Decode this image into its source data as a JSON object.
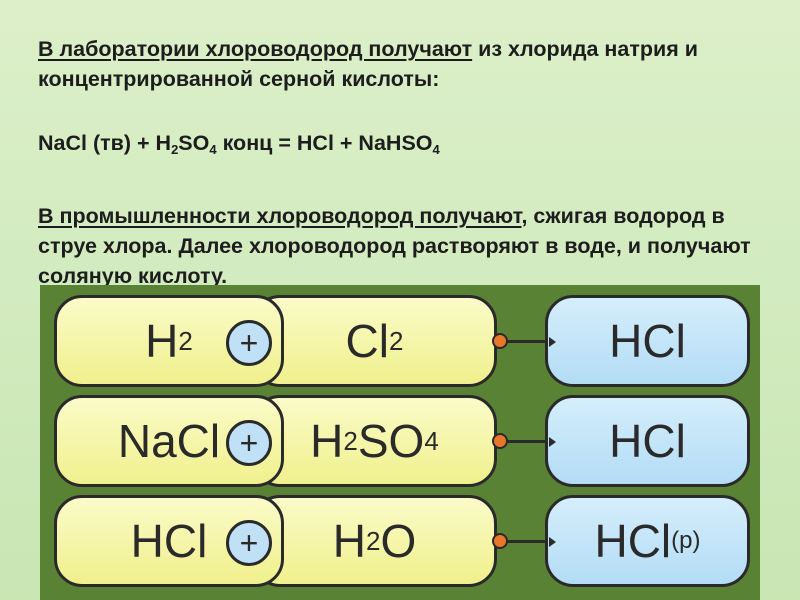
{
  "text": {
    "p1_underlined": "В лаборатории хлороводород получают",
    "p1_rest": " из хлорида натрия и концентрированной серной кислоты:",
    "eq_nacl": "NaCl (тв) + H",
    "eq_sub2": "2",
    "eq_so": "SO",
    "eq_sub4": "4",
    "eq_mid": " конц = HCl + NaHSO",
    "eq_sub4b": "4",
    "p3_underlined": "В промышленности хлороводород получают",
    "p3_rest": ", сжигая водород в струе хлора. Далее хлороводород растворяют в воде, и получают соляную кислоту."
  },
  "rows": [
    {
      "left": {
        "main": "H",
        "sub": "2",
        "tail": ""
      },
      "plus": "+",
      "mid": {
        "main": "Cl",
        "sub": "2",
        "tail": ""
      },
      "right": {
        "main": "HCl",
        "small": ""
      }
    },
    {
      "left": {
        "main": "NaCl",
        "sub": "",
        "tail": ""
      },
      "plus": "+",
      "mid": {
        "main": "H",
        "sub": "2",
        "tail": "SO",
        "sub2": "4"
      },
      "right": {
        "main": "HCl",
        "small": ""
      }
    },
    {
      "left": {
        "main": "HCl",
        "sub": "",
        "tail": ""
      },
      "plus": "+",
      "mid": {
        "main": "H",
        "sub": "2",
        "tail": "O"
      },
      "right": {
        "main": "HCl",
        "small": "(p)"
      }
    }
  ],
  "colors": {
    "background": "#d3ebc0",
    "panel": "#5a8234",
    "reactant_box": "#f0f08d",
    "product_box": "#b3dcf5",
    "connector_dot": "#e8772a"
  }
}
